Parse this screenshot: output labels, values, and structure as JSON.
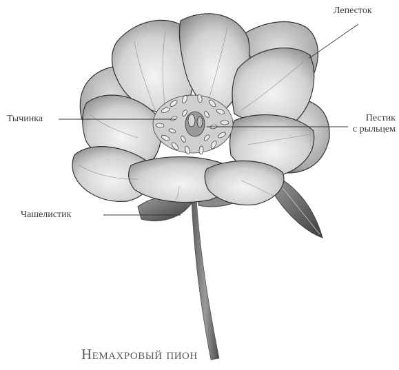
{
  "labels": {
    "petal": "Лепесток",
    "stamen": "Тычинка",
    "pistil_line1": "Пестик",
    "pistil_line2": "с рыльцем",
    "sepal": "Чашелистик"
  },
  "caption": "Немахровый пион",
  "colors": {
    "ink": "#3a3a3a",
    "petal_light": "#e6e6e6",
    "petal_mid": "#bdbdbd",
    "petal_dark": "#6e6e6e",
    "leaf_dark": "#4a4a4a"
  }
}
